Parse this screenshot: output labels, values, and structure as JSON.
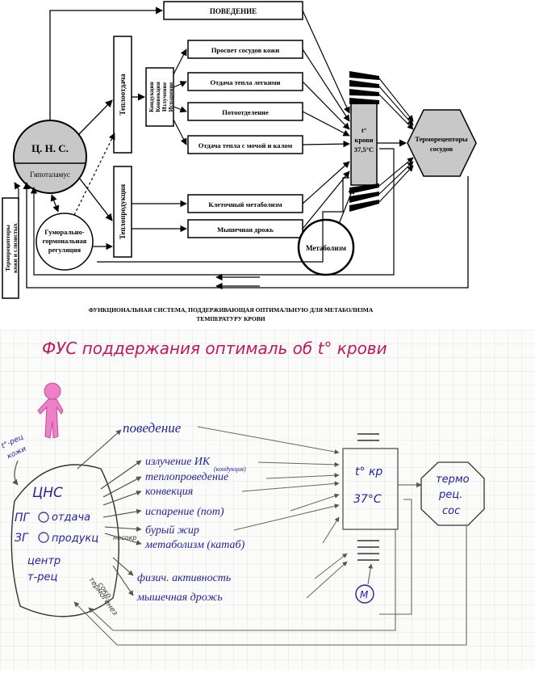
{
  "top": {
    "behavior": "ПОВЕДЕНИЕ",
    "cns": "Ц. Н. С.",
    "hypothalamus": "Гипоталамус",
    "heat_loss": "Теплоотдача",
    "heat_production": "Теплопродукция",
    "mechanisms": [
      "Кондукция",
      "Конвекция",
      "Излучение",
      "Испарение"
    ],
    "effectors_loss": [
      "Просвет сосудов кожи",
      "Отдача тепла легкими",
      "Потоотделение",
      "Отдача тепла с мочой и калом"
    ],
    "effectors_prod": [
      "Клеточный метаболизм",
      "Мышечная дрожь"
    ],
    "blood_t": [
      "t°",
      "крови",
      "37,5°C"
    ],
    "thermoreceptors_vessels": [
      "Терморецепторы",
      "сосудов"
    ],
    "metabolism": "Метаболизм",
    "humoral": [
      "Гуморально-",
      "гормональная",
      "регуляция"
    ],
    "skin_receptors": [
      "Терморецепторы",
      "кожи и слизистых"
    ],
    "caption": [
      "ФУНКЦИОНАЛЬНАЯ СИСТЕМА, ПОДДЕРЖИВАЮЩАЯ ОПТИМАЛЬНУЮ ДЛЯ МЕТАБОЛИЗМА",
      "ТЕМПЕРАТУРУ КРОВИ"
    ]
  },
  "notes": {
    "title": "ФУС поддержания оптималь об t° крови",
    "receptor_label": [
      "t°-рец",
      "кожи"
    ],
    "cns": "ЦНС",
    "pg": "ПГ",
    "zg": "ЗГ",
    "otdacha": "отдача",
    "produkts": "продукц",
    "neokr": "несокр",
    "center": [
      "центр",
      "т-рец"
    ],
    "sokr_thermogenesis": [
      "сокр.",
      "термогенез"
    ],
    "behavior": "поведение",
    "items": [
      "излучение ИК",
      "теплопроведение",
      "конвекция",
      "испарение (пот)",
      "бурый жир",
      "метаболизм (катаб)",
      "физич. активность",
      "мышечная дрожь"
    ],
    "kondukcia": "(кондукция)",
    "blood_t": [
      "t° кр",
      "37°C"
    ],
    "thermo_rec": [
      "термо",
      "рец.",
      "сос"
    ],
    "m": "М"
  },
  "colors": {
    "title_ink": "#c2185b",
    "pen_ink": "#2323a0",
    "figure_pink": "#ee80c8",
    "cns_fill": "#c8c8c8"
  }
}
